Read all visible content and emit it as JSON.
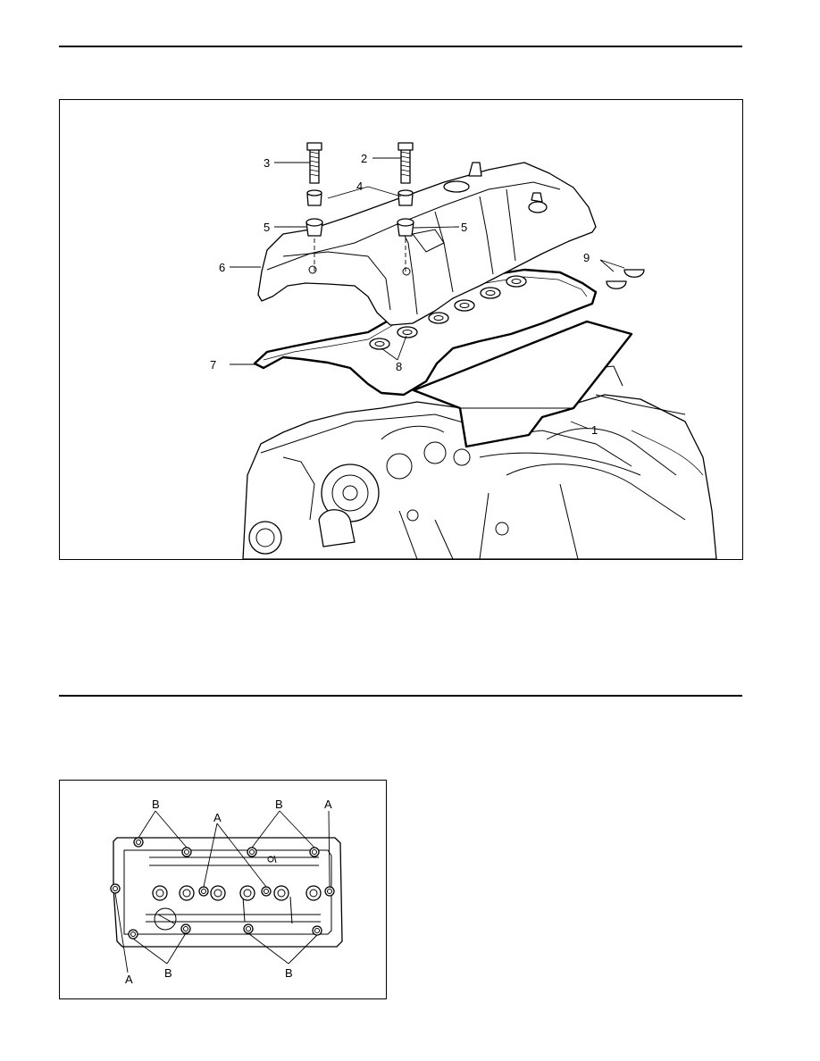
{
  "top_figure": {
    "callouts": {
      "c1": "1",
      "c2": "2",
      "c3": "3",
      "c4": "4",
      "c5a": "5",
      "c5b": "5",
      "c6": "6",
      "c7": "7",
      "c8": "8",
      "c9": "9"
    }
  },
  "bottom_figure": {
    "labels": {
      "b_top_left": "B",
      "a_top_mid": "A",
      "b_top_right": "B",
      "a_top_right": "A",
      "a_bottom_left": "A",
      "b_bottom_left": "B",
      "b_bottom_right": "B"
    }
  }
}
